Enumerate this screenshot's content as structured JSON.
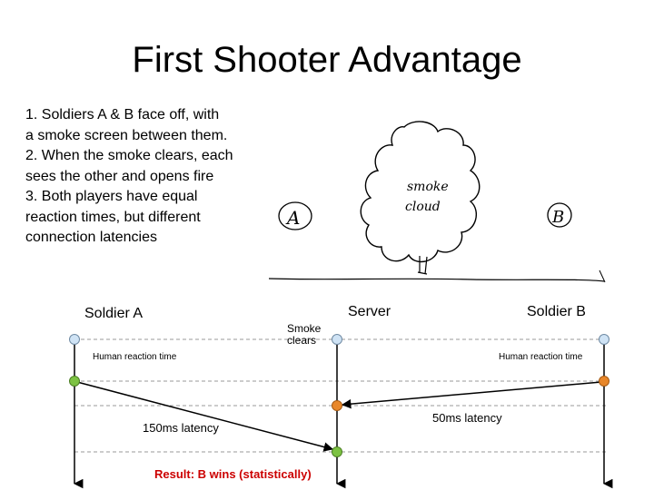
{
  "title": "First Shooter Advantage",
  "steps": [
    "1. Soldiers A & B face off, with",
    "a smoke screen between them.",
    "2. When the smoke clears, each",
    "sees the other and opens fire",
    "3. Both players have equal",
    "reaction times, but different",
    "connection latencies"
  ],
  "sketch": {
    "smoke_line1": "smoke",
    "smoke_line2": "cloud",
    "player_a": "A",
    "player_b": "B"
  },
  "timeline": {
    "soldier_a": "Soldier A",
    "server": "Server",
    "soldier_b": "Soldier B",
    "smoke_clears_line1": "Smoke",
    "smoke_clears_line2": "clears",
    "reaction_left": "Human reaction time",
    "reaction_right": "Human reaction time",
    "latency_a": "150ms latency",
    "latency_b": "50ms latency",
    "result": "Result: B wins (statistically)"
  },
  "colors": {
    "start_dot": "#cfe3f5",
    "fire_dot": "#7cc242",
    "server_hit_dot": "#e8872a",
    "result_text": "#cc0000"
  }
}
